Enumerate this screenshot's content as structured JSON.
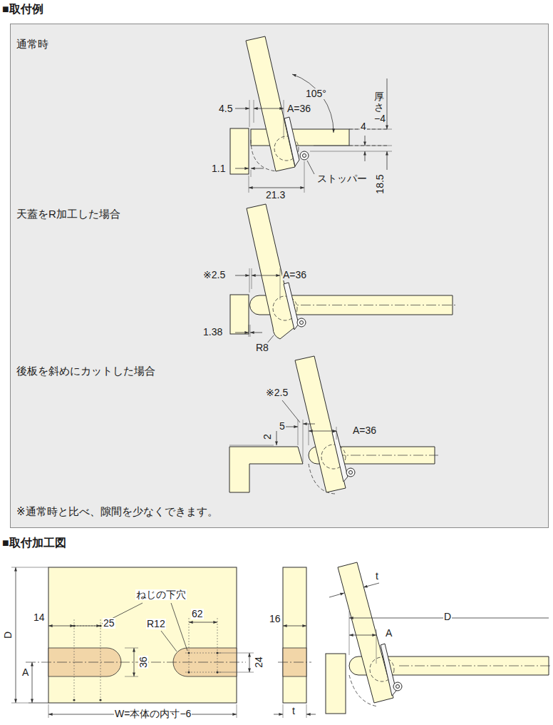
{
  "diagram": {
    "nodes": [
      {
        "text": [
          "■取付例",
          "通常時",
          "天蓋をR加工した場合",
          "後板を斜めにカットした場合",
          "※通常時と比べ、隙間を少なくできます。"
        ]
      }
    ],
    "labels": [
      "105°",
      "4.5",
      "A=36",
      "厚さ−4",
      "4",
      "1.1",
      "ストッパー",
      "18.5",
      "21.3",
      "※2.5",
      "A=36",
      "1.38",
      "R8",
      "※2.5",
      "2",
      "5",
      "A=36",
      "■取付加工図",
      "ねじの下穴",
      "14",
      "25",
      "62",
      "R12",
      "D",
      "24",
      "36",
      "A",
      "W=本体の内寸−6",
      "16",
      "t",
      "t",
      "D",
      "A"
    ]
  }
}
